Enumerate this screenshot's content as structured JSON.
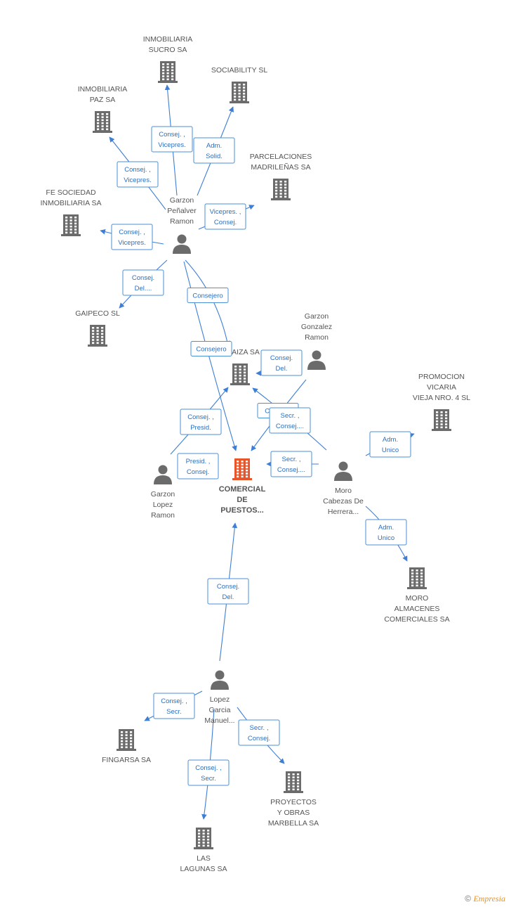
{
  "colors": {
    "node": "#6b6b6b",
    "main_node": "#e8552a",
    "edge": "#3d7fd6",
    "edge_label": "#2a6fc2"
  },
  "footer": {
    "copyright": "©",
    "brand": "Empresia"
  },
  "nodes": [
    {
      "id": "sucro",
      "type": "company",
      "lines": [
        "INMOBILIARIA",
        "SUCRO SA"
      ]
    },
    {
      "id": "sociability",
      "type": "company",
      "lines": [
        "SOCIABILITY SL"
      ]
    },
    {
      "id": "paz",
      "type": "company",
      "lines": [
        "INMOBILIARIA",
        "PAZ SA"
      ]
    },
    {
      "id": "parcelaciones",
      "type": "company",
      "lines": [
        "PARCELACIONES",
        "MADRILEÑAS SA"
      ]
    },
    {
      "id": "fe",
      "type": "company",
      "lines": [
        "FE SOCIEDAD",
        "INMOBILIARIA SA"
      ]
    },
    {
      "id": "garzon_penalver",
      "type": "person",
      "lines": [
        "Garzon",
        "Peñalver",
        "Ramon"
      ]
    },
    {
      "id": "gaipeco",
      "type": "company",
      "lines": [
        "GAIPECO SL"
      ]
    },
    {
      "id": "garzon_gonzalez",
      "type": "person",
      "lines": [
        "Garzon",
        "Gonzalez",
        "Ramon"
      ]
    },
    {
      "id": "aiza",
      "type": "company",
      "lines": [
        "AIZA SA"
      ]
    },
    {
      "id": "promocion",
      "type": "company",
      "lines": [
        "PROMOCION",
        "VICARIA",
        "VIEJA NRO. 4 SL"
      ]
    },
    {
      "id": "comercial",
      "type": "main",
      "lines": [
        "COMERCIAL",
        "DE",
        "PUESTOS..."
      ]
    },
    {
      "id": "garzon_lopez",
      "type": "person",
      "lines": [
        "Garzon",
        "Lopez",
        "Ramon"
      ]
    },
    {
      "id": "moro_person",
      "type": "person",
      "lines": [
        "Moro",
        "Cabezas De",
        "Herrera..."
      ]
    },
    {
      "id": "moro_almacenes",
      "type": "company",
      "lines": [
        "MORO",
        "ALMACENES",
        "COMERCIALES SA"
      ]
    },
    {
      "id": "lopez_garcia",
      "type": "person",
      "lines": [
        "Lopez",
        "Garcia",
        "Manuel..."
      ]
    },
    {
      "id": "fingarsa",
      "type": "company",
      "lines": [
        "FINGARSA SA"
      ]
    },
    {
      "id": "proyectos",
      "type": "company",
      "lines": [
        "PROYECTOS",
        "Y OBRAS",
        "MARBELLA SA"
      ]
    },
    {
      "id": "lagunas",
      "type": "company",
      "lines": [
        "LAS",
        "LAGUNAS SA"
      ]
    }
  ],
  "edges": [
    {
      "from": "garzon_penalver",
      "to": "sucro",
      "lines": [
        "Consej. ,",
        "Vicepres."
      ]
    },
    {
      "from": "garzon_penalver",
      "to": "sociability",
      "lines": [
        "Adm.",
        "Solid."
      ]
    },
    {
      "from": "garzon_penalver",
      "to": "paz",
      "lines": [
        "Consej. ,",
        "Vicepres."
      ]
    },
    {
      "from": "garzon_penalver",
      "to": "parcelaciones",
      "lines": [
        "Vicepres. ,",
        "Consej."
      ]
    },
    {
      "from": "garzon_penalver",
      "to": "fe",
      "lines": [
        "Consej. ,",
        "Vicepres."
      ]
    },
    {
      "from": "garzon_penalver",
      "to": "gaipeco",
      "lines": [
        "Consej.",
        "Del...."
      ]
    },
    {
      "from": "garzon_penalver",
      "to": "aiza",
      "lines": [
        "Consejero"
      ]
    },
    {
      "from": "garzon_penalver",
      "to": "comercial",
      "lines": [
        "Consejero"
      ]
    },
    {
      "from": "garzon_gonzalez",
      "to": "aiza",
      "lines": [
        "Consej.",
        "Del."
      ]
    },
    {
      "from": "garzon_gonzalez",
      "to": "comercial",
      "lines": [
        "Consej. ,"
      ]
    },
    {
      "from": "moro_person",
      "to": "aiza",
      "lines": [
        "Secr. ,",
        "Consej...."
      ]
    },
    {
      "from": "moro_person",
      "to": "comercial",
      "lines": [
        "Secr. ,",
        "Consej...."
      ]
    },
    {
      "from": "moro_person",
      "to": "promocion",
      "lines": [
        "Adm.",
        "Unico"
      ]
    },
    {
      "from": "moro_person",
      "to": "moro_almacenes",
      "lines": [
        "Adm.",
        "Unico"
      ]
    },
    {
      "from": "garzon_lopez",
      "to": "aiza",
      "lines": [
        "Consej. ,",
        "Presid."
      ]
    },
    {
      "from": "garzon_lopez",
      "to": "comercial",
      "lines": [
        "Presid. ,",
        "Consej."
      ]
    },
    {
      "from": "lopez_garcia",
      "to": "comercial",
      "lines": [
        "Consej.",
        "Del."
      ]
    },
    {
      "from": "lopez_garcia",
      "to": "fingarsa",
      "lines": [
        "Consej. ,",
        "Secr."
      ]
    },
    {
      "from": "lopez_garcia",
      "to": "proyectos",
      "lines": [
        "Secr. ,",
        "Consej."
      ]
    },
    {
      "from": "lopez_garcia",
      "to": "lagunas",
      "lines": [
        "Consej. ,",
        "Secr."
      ]
    }
  ]
}
